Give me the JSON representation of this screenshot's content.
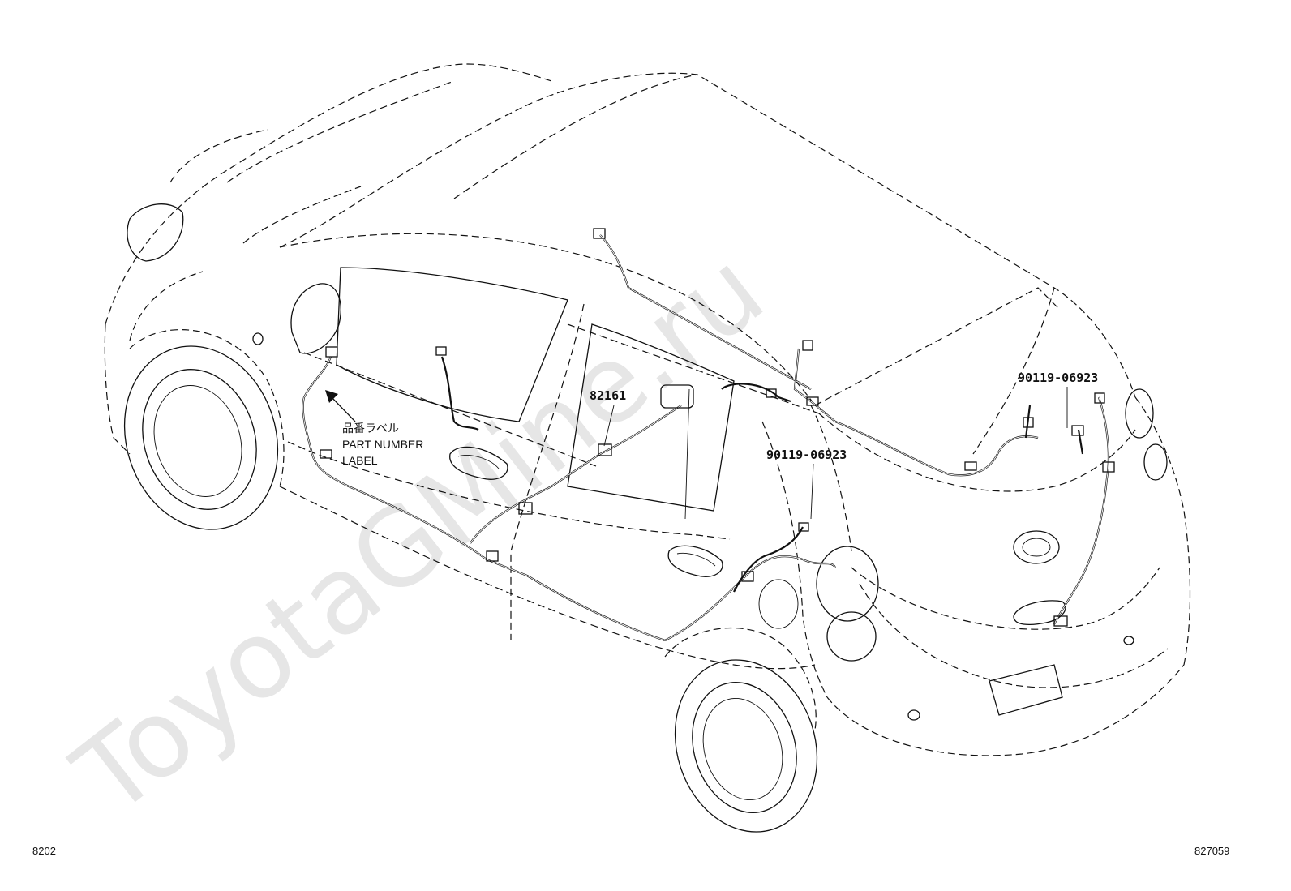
{
  "diagram": {
    "callouts": {
      "harness_main": "82161",
      "clamp_left": "90119-06923",
      "clamp_right": "90119-06923"
    },
    "label_note": {
      "jp": "品番ラベル",
      "line1": "PART NUMBER",
      "line2": "LABEL"
    },
    "page_code_left": "8202",
    "page_code_right": "827059",
    "watermark": "ToyotaGMine.ru",
    "colors": {
      "line": "#111111",
      "watermark": "#d6d6d6",
      "background": "#ffffff"
    }
  }
}
